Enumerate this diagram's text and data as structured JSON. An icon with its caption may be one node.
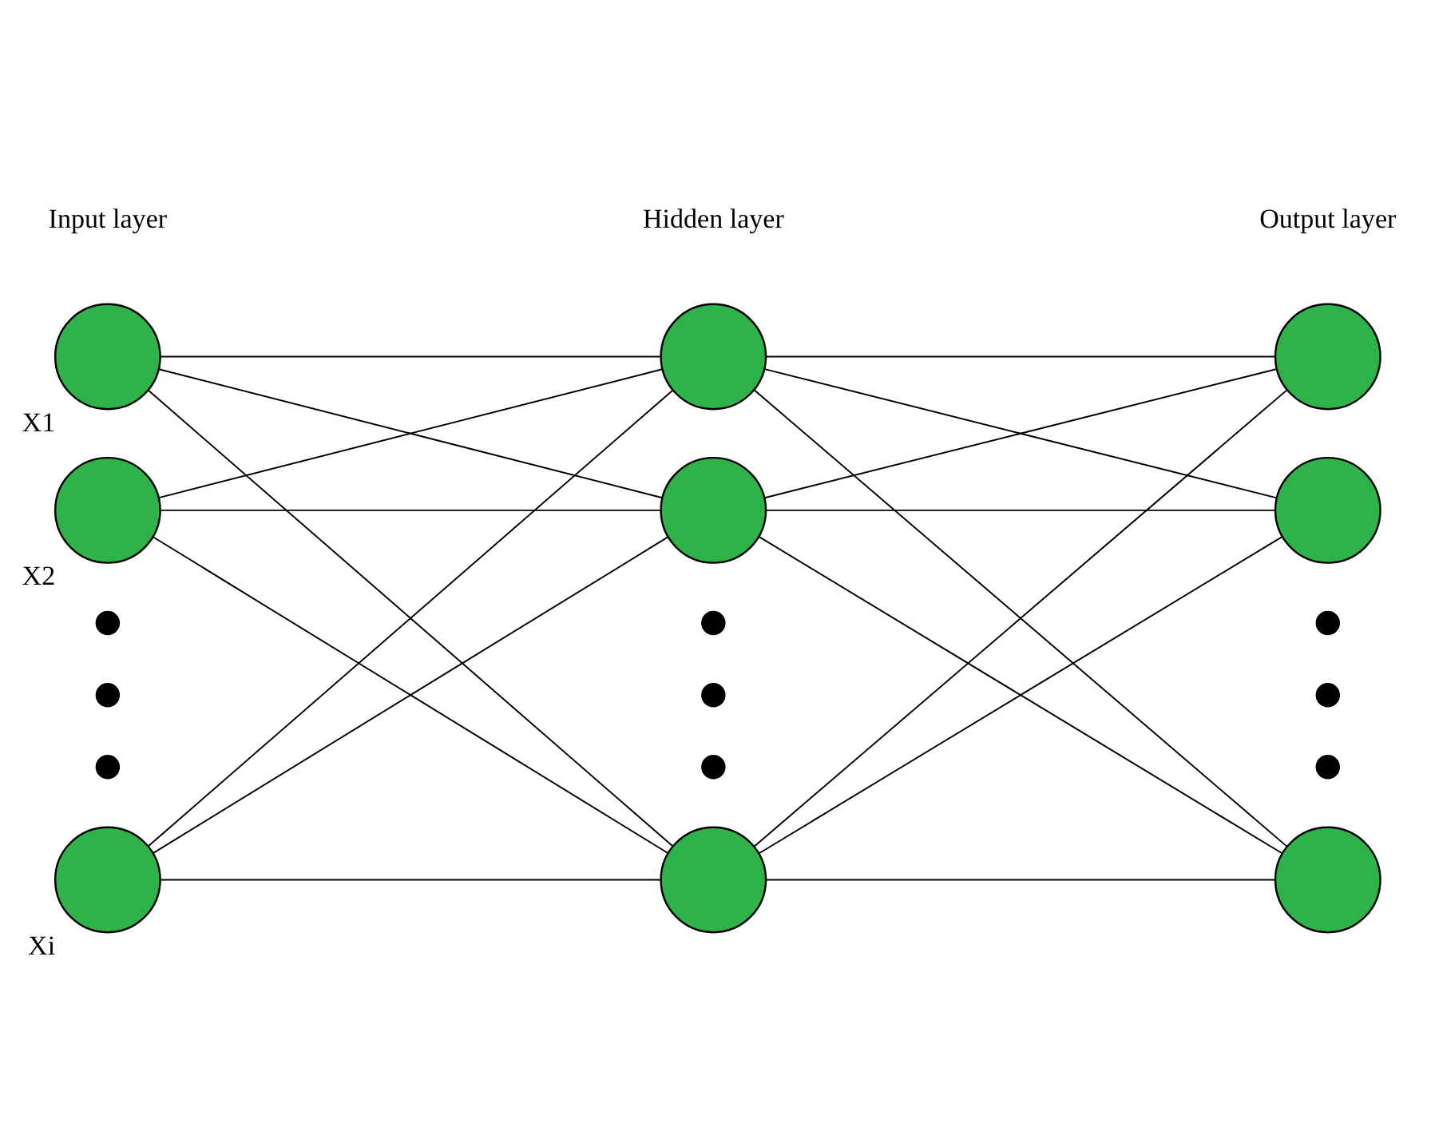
{
  "diagram": {
    "nodes": [
      {
        "text": [],
        "shape": "circle",
        "beside": [
          "X1"
        ]
      },
      {
        "text": [],
        "shape": "circle",
        "beside": [
          "X2"
        ]
      },
      {
        "text": [],
        "shape": "dot"
      },
      {
        "text": [],
        "shape": "dot"
      },
      {
        "text": [],
        "shape": "dot"
      },
      {
        "text": [],
        "shape": "circle",
        "beside": [
          "Xi"
        ]
      },
      {
        "text": [],
        "shape": "circle"
      },
      {
        "text": [],
        "shape": "circle"
      },
      {
        "text": [],
        "shape": "dot"
      },
      {
        "text": [],
        "shape": "dot"
      },
      {
        "text": [],
        "shape": "dot"
      },
      {
        "text": [],
        "shape": "circle"
      },
      {
        "text": [],
        "shape": "circle"
      },
      {
        "text": [],
        "shape": "circle"
      },
      {
        "text": [],
        "shape": "dot"
      },
      {
        "text": [],
        "shape": "dot"
      },
      {
        "text": [],
        "shape": "dot"
      },
      {
        "text": [],
        "shape": "circle"
      }
    ],
    "edges": [
      {
        "from": 0,
        "to": 6,
        "arrow": "none"
      },
      {
        "from": 0,
        "to": 7,
        "arrow": "none"
      },
      {
        "from": 0,
        "to": 11,
        "arrow": "none"
      },
      {
        "from": 1,
        "to": 6,
        "arrow": "none"
      },
      {
        "from": 1,
        "to": 7,
        "arrow": "none"
      },
      {
        "from": 1,
        "to": 11,
        "arrow": "none"
      },
      {
        "from": 5,
        "to": 6,
        "arrow": "none"
      },
      {
        "from": 5,
        "to": 7,
        "arrow": "none"
      },
      {
        "from": 5,
        "to": 11,
        "arrow": "none"
      },
      {
        "from": 6,
        "to": 12,
        "arrow": "none"
      },
      {
        "from": 6,
        "to": 13,
        "arrow": "none"
      },
      {
        "from": 6,
        "to": 17,
        "arrow": "none"
      },
      {
        "from": 7,
        "to": 12,
        "arrow": "none"
      },
      {
        "from": 7,
        "to": 13,
        "arrow": "none"
      },
      {
        "from": 7,
        "to": 17,
        "arrow": "none"
      },
      {
        "from": 11,
        "to": 12,
        "arrow": "none"
      },
      {
        "from": 11,
        "to": 13,
        "arrow": "none"
      },
      {
        "from": 11,
        "to": 17,
        "arrow": "none"
      }
    ],
    "labels": [
      "Input layer",
      "Hidden layer",
      "Output layer"
    ]
  }
}
